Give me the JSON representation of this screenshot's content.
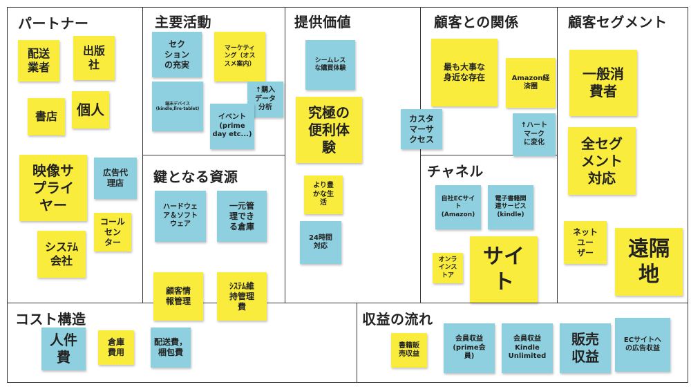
{
  "colors": {
    "sticky_yellow": "#f9ec3c",
    "sticky_blue": "#8ed0df",
    "line": "#333333"
  },
  "sections": {
    "partners": "パートナー",
    "key_activities": "主要活動",
    "value_proposition": "提供価値",
    "customer_relationships": "顧客との関係",
    "customer_segments": "顧客セグメント",
    "key_resources": "鍵となる資源",
    "channels": "チャネル",
    "cost_structure": "コスト構造",
    "revenue_streams": "収益の流れ"
  },
  "notes": {
    "delivery": "配送\n業者",
    "publisher": "出版\n社",
    "bookstore": "書店",
    "individual": "個人",
    "video_supplier": "映像サ\nプライ\nヤー",
    "ad_agency": "広告代\n理店",
    "call_center": "コール\nセン\nター",
    "system_company": "シスﾃﾑ\n会社",
    "section_content": "セク\nション\nの充実",
    "marketing": "マーケティ\nング（オス\nスメ案内）",
    "devices": "端末デバイス\n(kindle,fire-tablet)",
    "purchase_data": "↑購入\nデータ\n分析",
    "event": "イベント\n(prime\nday etc...)",
    "hardware_software": "ハードウェ\nア＆ソフト\nウェア",
    "warehouse": "一元管\n理でき\nる倉庫",
    "customer_info": "顧客情\n報管理",
    "system_maintenance": "ｼｽﾃﾑ維\n持管理\n費",
    "seamless": "シームレス\nな購買体験",
    "convenience": "究極の\n便利体\n験",
    "richer_life": "より豊\nかな生\n活",
    "24h": "24時間\n対応",
    "customer_success": "カスタ\nマーサ\nクセス",
    "closest": "最も大事な\n身近な存在",
    "amazon_economy": "Amazon経\n済圏",
    "heart_mark": "↑ハート\nマーク\nに変化",
    "own_ec": "自社ECサイ\nト\n(Amazon)",
    "ebook_service": "電子書籍関\n連サービス\n(kindle)",
    "online_store": "オンラ\nインス\nトア",
    "site": "サイ\nト",
    "general_consumer": "一般消\n費者",
    "all_segments": "全セグ\nメント\n対応",
    "net_user": "ネット\nユー\nザー",
    "remote": "遠隔\n地",
    "personnel": "人件\n費",
    "warehouse_cost": "倉庫\n費用",
    "shipping_packing": "配送費，\n梱包費",
    "book_sales": "書籍販\n売収益",
    "prime_fee": "会員収益\n(prime会\n員)",
    "kindle_unlimited": "会員収益\nKindle\nUnlimited",
    "sales_revenue": "販売\n収益",
    "ec_ad_revenue": "ECサイトへ\nの広告収益"
  }
}
